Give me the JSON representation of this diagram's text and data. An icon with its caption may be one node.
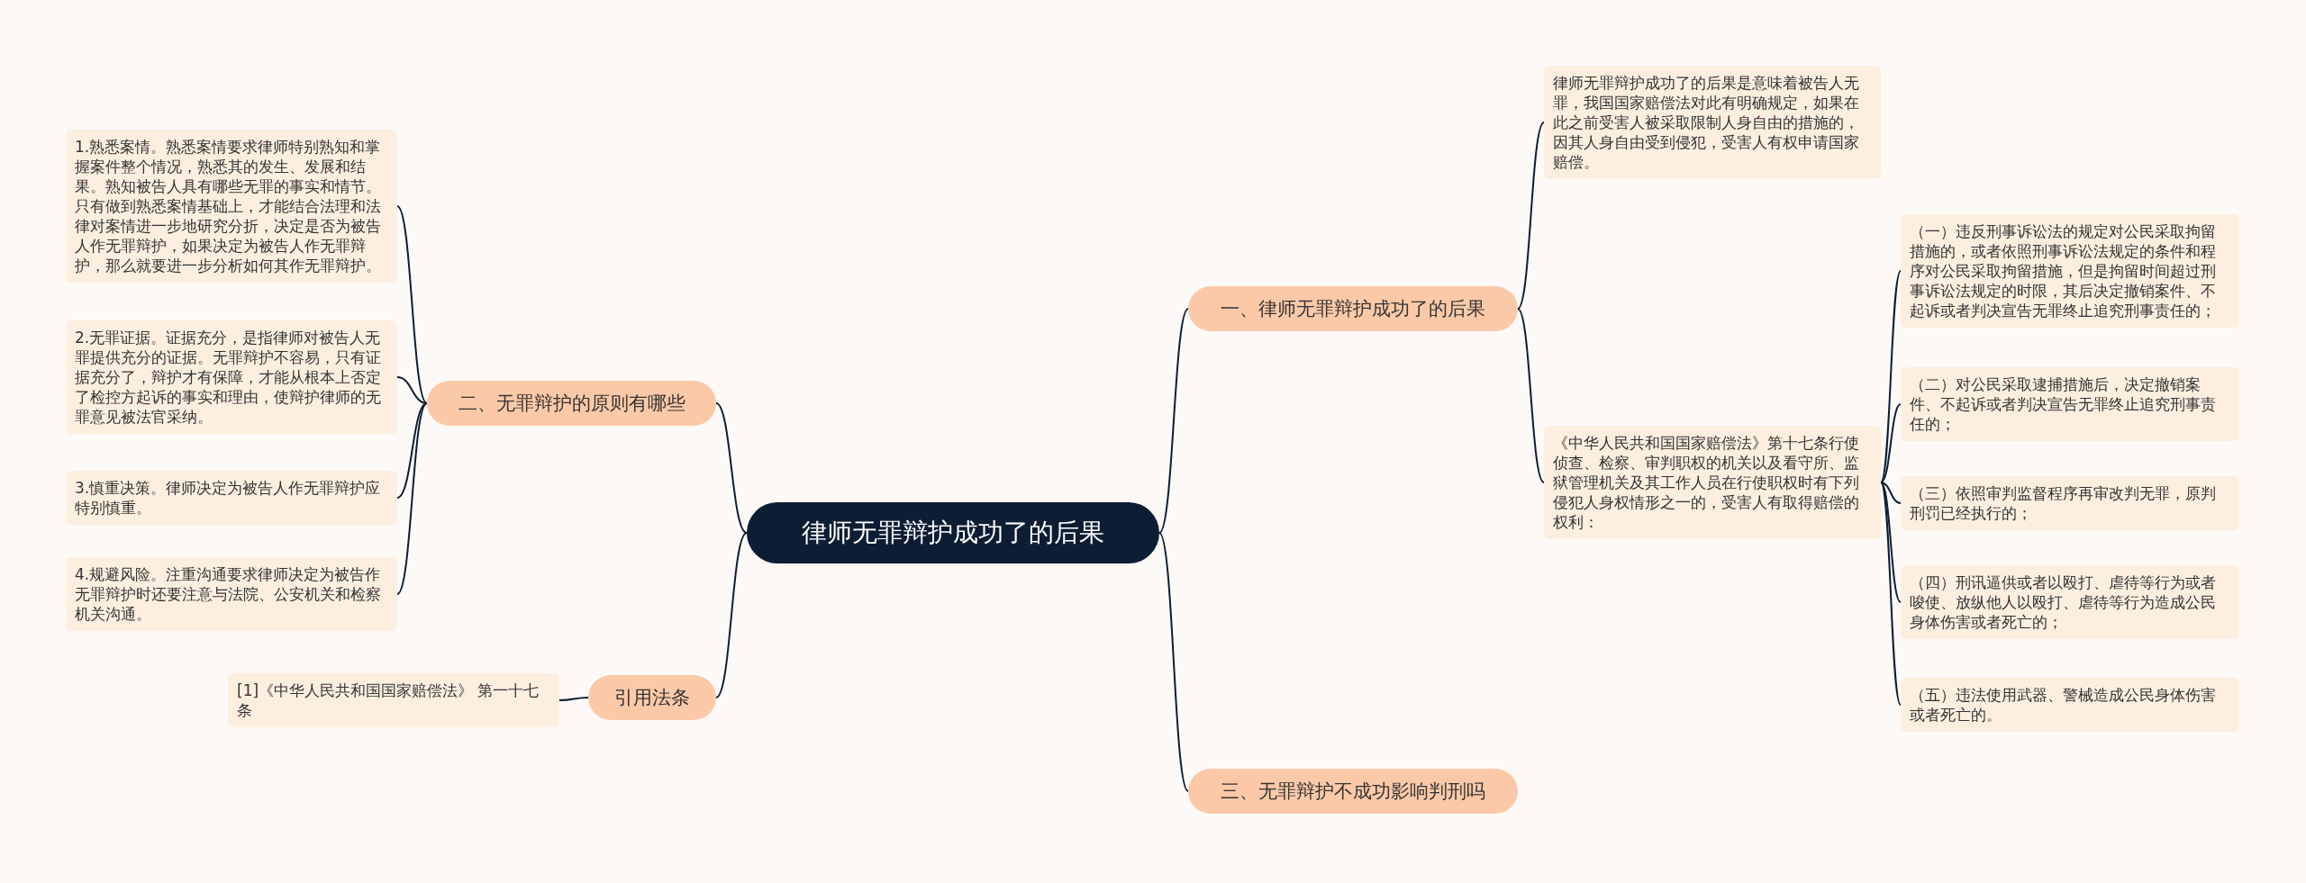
{
  "diagram": {
    "nodes": [
      {
        "text": [
          "律师无罪辩护成功了的后果"
        ]
      },
      {
        "text": [
          "一、律师无罪辩护成功了的后果"
        ]
      },
      {
        "text": [
          "律师无罪辩护成功了的后果是意味着被告人无罪，我国国家赔偿法对此有明确规定，如果在此之前受害人被采取限制人身自由的措施的，因其人身自由受到侵犯，受害人有权申请国家赔偿。"
        ]
      },
      {
        "text": [
          "《中华人民共和国国家赔偿法》第十七条行使侦查、检察、审判职权的机关以及看守所、监狱管理机关及其工作人员在行使职权时有下列侵犯人身权情形之一的，受害人有取得赔偿的权利："
        ]
      },
      {
        "text": [
          "（一）违反刑事诉讼法的规定对公民采取拘留措施的，或者依照刑事诉讼法规定的条件和程序对公民采取拘留措施，但是拘留时间超过刑事诉讼法规定的时限，其后决定撤销案件、不起诉或者判决宣告无罪终止追究刑事责任的；"
        ]
      },
      {
        "text": [
          "（二）对公民采取逮捕措施后，决定撤销案件、不起诉或者判决宣告无罪终止追究刑事责任的；"
        ]
      },
      {
        "text": [
          "（三）依照审判监督程序再审改判无罪，原判刑罚已经执行的；"
        ]
      },
      {
        "text": [
          "（四）刑讯逼供或者以殴打、虐待等行为或者唆使、放纵他人以殴打、虐待等行为造成公民身体伤害或者死亡的；"
        ]
      },
      {
        "text": [
          "（五）违法使用武器、警械造成公民身体伤害或者死亡的。"
        ]
      },
      {
        "text": [
          "三、无罪辩护不成功影响判刑吗"
        ]
      },
      {
        "text": [
          "二、无罪辩护的原则有哪些"
        ]
      },
      {
        "text": [
          "1.熟悉案情。熟悉案情要求律师特别熟知和掌握案件整个情况，熟悉其的发生、发展和结果。熟知被告人具有哪些无罪的事实和情节。只有做到熟悉案情基础上，才能结合法理和法律对案情进一步地研究分折，决定是否为被告人作无罪辩护，如果决定为被告人作无罪辩护，那么就要进一步分析如何其作无罪辩护。"
        ]
      },
      {
        "text": [
          "2.无罪证据。证据充分，是指律师对被告人无罪提供充分的证据。无罪辩护不容易，只有证据充分了，辩护才有保障，才能从根本上否定了检控方起诉的事实和理由，使辩护律师的无罪意见被法官采纳。"
        ]
      },
      {
        "text": [
          "3.慎重决策。律师决定为被告人作无罪辩护应特别慎重。"
        ]
      },
      {
        "text": [
          "4.规避风险。注重沟通要求律师决定为被告作无罪辩护时还要注意与法院、公安机关和检察机关沟通。"
        ]
      },
      {
        "text": [
          "引用法条"
        ]
      },
      {
        "text": [
          "[1]《中华人民共和国国家赔偿法》 第一十七条"
        ]
      }
    ],
    "edges": [
      {
        "from": 0,
        "to": 1,
        "arrow": "none"
      },
      {
        "from": 1,
        "to": 2,
        "arrow": "none"
      },
      {
        "from": 1,
        "to": 3,
        "arrow": "none"
      },
      {
        "from": 3,
        "to": 4,
        "arrow": "none"
      },
      {
        "from": 3,
        "to": 5,
        "arrow": "none"
      },
      {
        "from": 3,
        "to": 6,
        "arrow": "none"
      },
      {
        "from": 3,
        "to": 7,
        "arrow": "none"
      },
      {
        "from": 3,
        "to": 8,
        "arrow": "none"
      },
      {
        "from": 0,
        "to": 9,
        "arrow": "none"
      },
      {
        "from": 0,
        "to": 10,
        "arrow": "none"
      },
      {
        "from": 10,
        "to": 11,
        "arrow": "none"
      },
      {
        "from": 10,
        "to": 12,
        "arrow": "none"
      },
      {
        "from": 10,
        "to": 13,
        "arrow": "none"
      },
      {
        "from": 10,
        "to": 14,
        "arrow": "none"
      },
      {
        "from": 0,
        "to": 15,
        "arrow": "none"
      },
      {
        "from": 15,
        "to": 16,
        "arrow": "none"
      }
    ]
  }
}
